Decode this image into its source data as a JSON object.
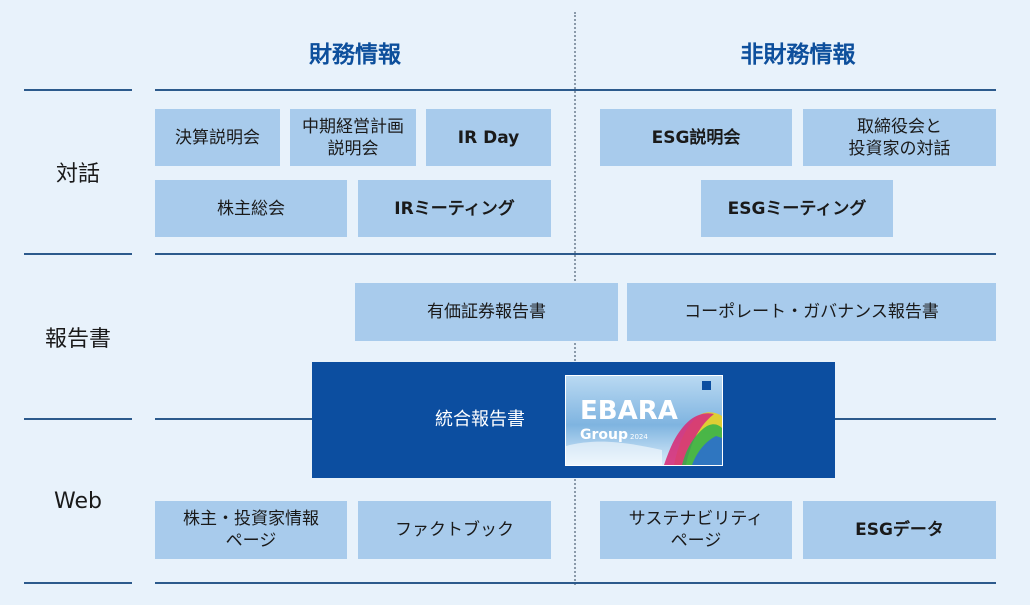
{
  "columns": {
    "financial": "財務情報",
    "non_financial": "非財務情報"
  },
  "rows": {
    "dialogue": "対話",
    "reports": "報告書",
    "web": "Web"
  },
  "dialogue": {
    "financial_results_briefing": "決算説明会",
    "mid_term_plan_briefing": "中期経営計画\n説明会",
    "ir_day": "IR Day",
    "shareholders_meeting": "株主総会",
    "ir_meeting": "IRミーティング",
    "esg_briefing": "ESG説明会",
    "director_investor_dialogue": "取締役会と\n投資家の対話",
    "esg_meeting": "ESGミーティング"
  },
  "reports": {
    "securities_report": "有価証券報告書",
    "governance_report": "コーポレート・ガバナンス報告書",
    "integrated_report": "統合報告書",
    "cover": {
      "brand": "EBARA",
      "group": "Group",
      "year": "2024"
    }
  },
  "web": {
    "shareholder_investor_page": "株主・投資家情報\nページ",
    "fact_book": "ファクトブック",
    "sustainability_page": "サステナビリティ\nページ",
    "esg_data": "ESGデータ"
  },
  "colors": {
    "box": "#a8cbec",
    "integrated": "#0c4ea0",
    "header": "#0d4f9c",
    "line": "#2c5a8c",
    "background": "#e8f2fb"
  }
}
